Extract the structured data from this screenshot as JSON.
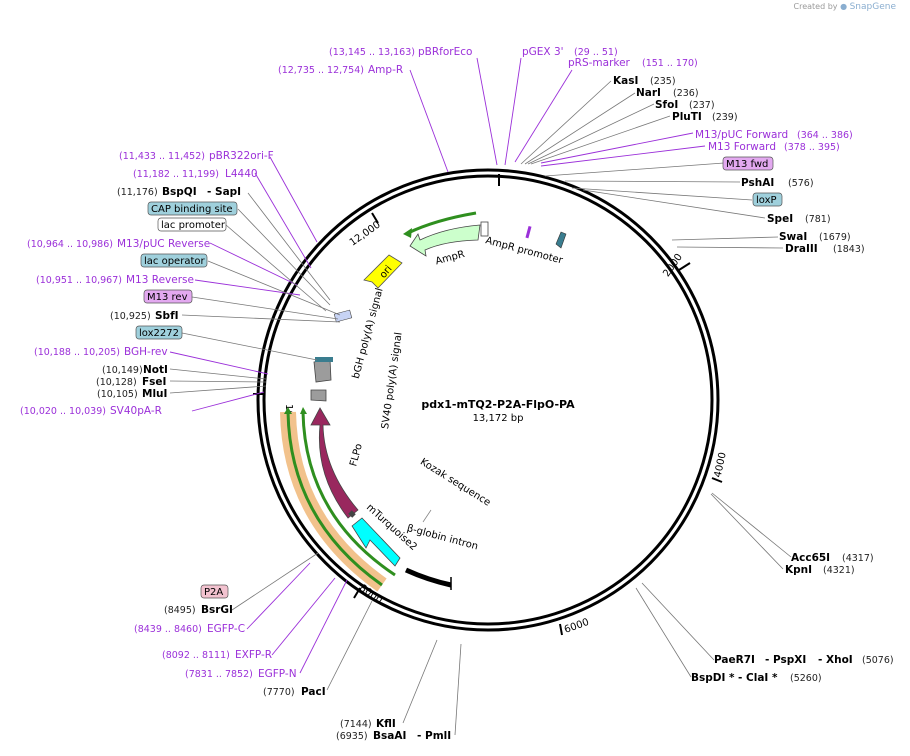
{
  "credit": {
    "prefix": "Created by",
    "brand": "SnapGene"
  },
  "plasmid": {
    "name": "pdx1-mTQ2-P2A-FlpO-PA",
    "size": "13,172 bp"
  },
  "ticks": [
    "2000",
    "4000",
    "6000",
    "8000",
    "10,000",
    "12,000"
  ],
  "features": {
    "ori": "ori",
    "ampr": "AmpR",
    "ampr_promoter": "AmpR promoter",
    "bgh": "bGH poly(A) signal",
    "sv40": "SV40 poly(A) signal",
    "flpo": "FLPo",
    "mturquoise": "mTurquoise2",
    "kozak": "Kozak sequence",
    "globin": "β-globin intron"
  },
  "boxes": {
    "m13fwd": "M13 fwd",
    "loxp": "loxP",
    "cap": "CAP binding site",
    "lac_promoter": "lac promoter",
    "lac_operator": "lac operator",
    "m13rev": "M13 rev",
    "lox2272": "lox2272",
    "p2a": "P2A"
  },
  "labels": {
    "pbrforeco_c": "(13,145 .. 13,163)",
    "pbrforeco": "pBRforEco",
    "pgex_c": "(29 .. 51)",
    "pgex": "pGEX 3'",
    "ampr_p_c": "(12,735 .. 12,754)",
    "ampr_p": "Amp-R",
    "prs_c": "(151 .. 170)",
    "prs": "pRS-marker",
    "kasi": "KasI",
    "kasi_c": "(235)",
    "nari": "NarI",
    "nari_c": "(236)",
    "sfoi": "SfoI",
    "sfoi_c": "(237)",
    "pluti": "PluTI",
    "pluti_c": "(239)",
    "m13puc": "M13/pUC Forward",
    "m13puc_c": "(364 .. 386)",
    "m13f": "M13 Forward",
    "m13f_c": "(378 .. 395)",
    "pshai": "PshAI",
    "pshai_c": "(576)",
    "spei": "SpeI",
    "spei_c": "(781)",
    "swai": "SwaI",
    "swai_c": "(1679)",
    "draiii": "DraIII",
    "draiii_c": "(1843)",
    "acc65i": "Acc65I",
    "acc65i_c": "(4317)",
    "kpni": "KpnI",
    "kpni_c": "(4321)",
    "paer7i": "PaeR7I",
    "pspxi": "- PspXI",
    "xhoi": "- XhoI",
    "xhoi_c": "(5076)",
    "bspdi": "BspDI *",
    "clai": "- ClaI *",
    "clai_c": "(5260)",
    "kfli_c": "(7144)",
    "kfli": "KflI",
    "bsaai_c": "(6935)",
    "bsaai": "BsaAI",
    "pmli": "- PmlI",
    "paci_c": "(7770)",
    "paci": "PacI",
    "egfpn_c": "(7831 .. 7852)",
    "egfpn": "EGFP-N",
    "exfpr_c": "(8092 .. 8111)",
    "exfpr": "EXFP-R",
    "egfpc_c": "(8439 .. 8460)",
    "egfpc": "EGFP-C",
    "bsrgi_c": "(8495)",
    "bsrgi": "BsrGI",
    "pbr322_c": "(11,433 .. 11,452)",
    "pbr322": "pBR322ori-F",
    "l4440_c": "(11,182 .. 11,199)",
    "l4440": "L4440",
    "bspqi_c": "(11,176)",
    "bspqi": "BspQI",
    "sapi": "- SapI",
    "m13pucrev_c": "(10,964 .. 10,986)",
    "m13pucrev": "M13/pUC Reverse",
    "m13rev_c": "(10,951 .. 10,967)",
    "m13rev": "M13 Reverse",
    "sbfi_c": "(10,925)",
    "sbfi": "SbfI",
    "bghrev_c": "(10,188 .. 10,205)",
    "bghrev": "BGH-rev",
    "noti_c": "(10,149)",
    "noti": "NotI",
    "fsei_c": "(10,128)",
    "fsei": "FseI",
    "mlui_c": "(10,105)",
    "mlui": "MluI",
    "sv40r_c": "(10,020 .. 10,039)",
    "sv40r": "SV40pA-R"
  },
  "colors": {
    "ori": "#ffff00",
    "ampr": "#ccffcc",
    "flpo": "#99285e",
    "mturquoise": "#00ffff",
    "primer": "#9b30d9",
    "box_blue": "#9fd0dc",
    "box_purple": "#e3a9f0",
    "box_pink": "#f2c2cf",
    "egfp_band": "#f2c28c",
    "green_arc": "#2f8f1f"
  }
}
